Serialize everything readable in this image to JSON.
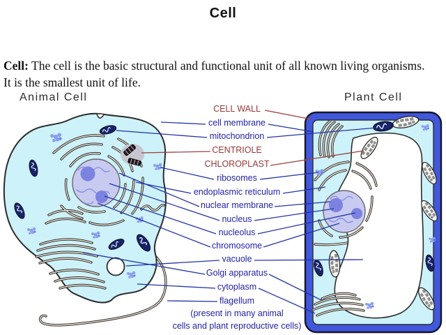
{
  "slide": {
    "title": "Cell"
  },
  "intro": {
    "label": "Cell:",
    "text": " The cell is the basic structural and functional unit of all known living organisms. It is the smallest unit of life."
  },
  "diagram": {
    "animal_heading": "Animal Cell",
    "plant_heading": "Plant Cell",
    "labels": [
      {
        "text": "CELL WALL",
        "style": "red"
      },
      {
        "text": "cell membrane",
        "style": "blue"
      },
      {
        "text": "mitochondrion",
        "style": "blue"
      },
      {
        "text": "CENTRIOLE",
        "style": "red"
      },
      {
        "text": "CHLOROPLAST",
        "style": "red"
      },
      {
        "text": "ribosomes",
        "style": "blue"
      },
      {
        "text": "endoplasmic reticulum",
        "style": "blue"
      },
      {
        "text": "nuclear membrane",
        "style": "blue"
      },
      {
        "text": "nucleus",
        "style": "blue"
      },
      {
        "text": "nucleolus",
        "style": "blue"
      },
      {
        "text": "chromosome",
        "style": "blue"
      },
      {
        "text": "vacuole",
        "style": "blue"
      },
      {
        "text": "Golgi apparatus",
        "style": "blue"
      },
      {
        "text": "cytoplasm",
        "style": "blue"
      },
      {
        "text": "flagellum",
        "style": "blue"
      },
      {
        "text": "(present in many animal",
        "style": "blue"
      },
      {
        "text": "cells and plant reproductive cells)",
        "style": "blue"
      }
    ],
    "colors": {
      "label_blue": "#2222aa",
      "label_red": "#993838",
      "cell_fill": "#cdf2f9",
      "wall_blue": "#4058dc",
      "nucleus_fill": "#c8caef",
      "nucleolus": "#7b82e0",
      "mitochondrion": "#16246e",
      "ribosome": "#8a9cf0"
    }
  }
}
